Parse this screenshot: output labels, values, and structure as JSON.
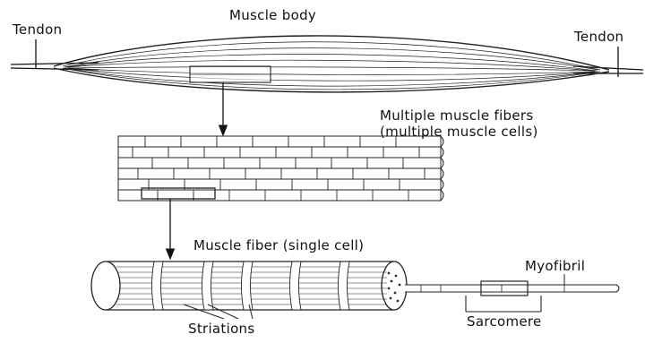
{
  "labels": {
    "muscle_body": "Muscle body",
    "tendon_left": "Tendon",
    "tendon_right": "Tendon",
    "multiple_fibers_line1": "Multiple muscle fibers",
    "multiple_fibers_line2": "(multiple muscle cells)",
    "muscle_fiber": "Muscle fiber (single cell)",
    "myofibril": "Myofibril",
    "sarcomere": "Sarcomere",
    "striations": "Striations"
  },
  "colors": {
    "ink": "#111111",
    "paper": "#ffffff"
  }
}
